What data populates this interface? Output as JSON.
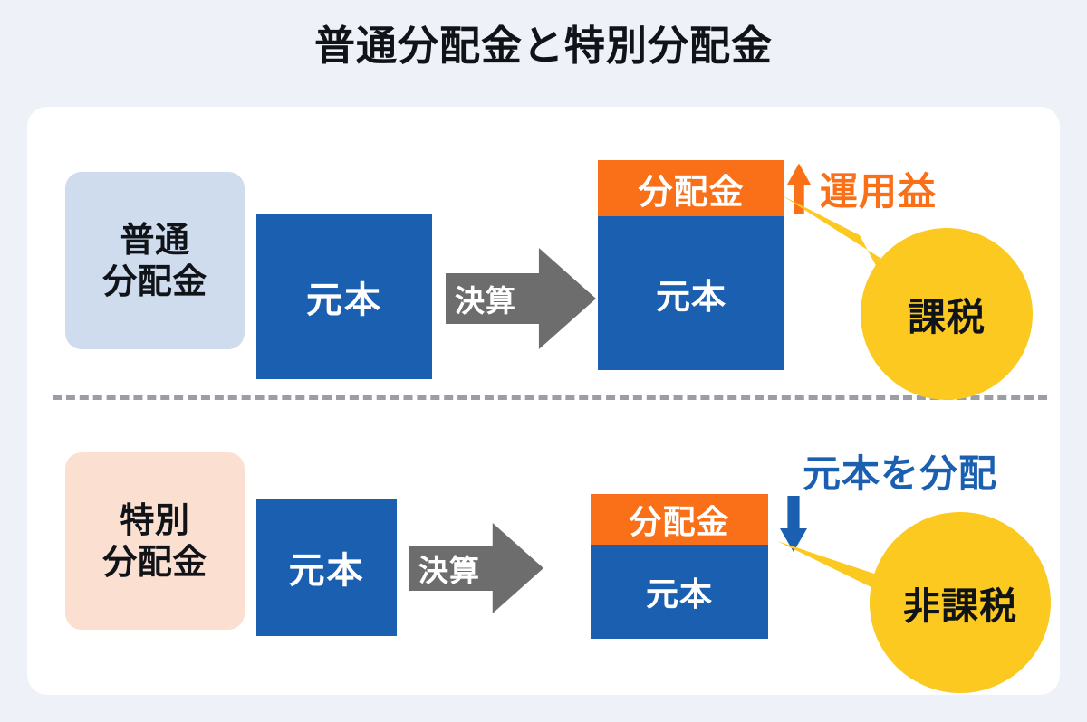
{
  "page": {
    "title": "普通分配金と特別分配金",
    "background_color": "#eef1f8",
    "card_color": "#ffffff"
  },
  "colors": {
    "orange": "#fa7019",
    "blue": "#1a5fb0",
    "yellow": "#fbc91f",
    "gray_arrow": "#6d6d6d",
    "chip_blue": "#cedcee",
    "chip_peach": "#fbe0d2",
    "divider_gray": "#9b9ea5",
    "text_dark": "#101418"
  },
  "rows": [
    {
      "id": "ordinary-distribution",
      "chip": {
        "line1": "普通",
        "line2": "分配金"
      },
      "principal_box": {
        "label": "元本"
      },
      "process_arrow": {
        "label": "決算",
        "direction": "right"
      },
      "result_stack": {
        "distribution_label": "分配金",
        "principal_label": "元本"
      },
      "caption": {
        "arrow": "up",
        "text": "運用益"
      },
      "balloon": {
        "text": "課税"
      }
    },
    {
      "id": "special-distribution",
      "chip": {
        "line1": "特別",
        "line2": "分配金"
      },
      "principal_box": {
        "label": "元本"
      },
      "process_arrow": {
        "label": "決算",
        "direction": "right"
      },
      "result_stack": {
        "distribution_label": "分配金",
        "principal_label": "元本"
      },
      "caption": {
        "arrow": "down",
        "text": "元本を分配"
      },
      "balloon": {
        "text": "非課税"
      }
    }
  ],
  "divider": {
    "style": "dashed"
  }
}
